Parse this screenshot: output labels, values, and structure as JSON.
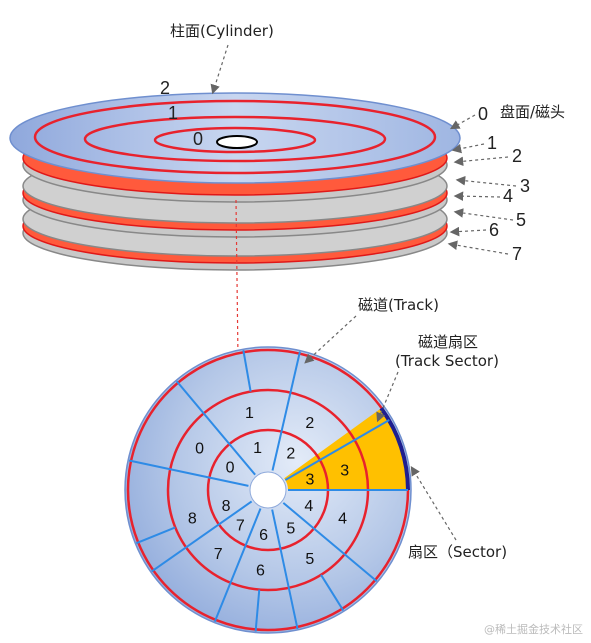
{
  "labels": {
    "cylinder": "柱面(Cylinder)",
    "platter_head": "盘面/磁头",
    "track": "磁道(Track)",
    "track_sector_cn": "磁道扇区",
    "track_sector_en": "(Track Sector)",
    "sector": "扇区（Sector)",
    "watermark": "@稀土掘金技术社区"
  },
  "stack": {
    "track_labels": [
      "0",
      "1",
      "2"
    ],
    "platter_numbers": [
      "0",
      "1",
      "2",
      "3",
      "4",
      "5",
      "6",
      "7"
    ]
  },
  "disk": {
    "sector_labels": [
      {
        "track": "1",
        "inner": "1"
      },
      {
        "track": "2",
        "inner": "2"
      },
      {
        "track": "3",
        "inner": "3"
      },
      {
        "track": "4",
        "inner": "4"
      },
      {
        "track": "5",
        "inner": "5"
      },
      {
        "track": "6",
        "inner": "6"
      },
      {
        "track": "7",
        "inner": "7"
      },
      {
        "track": "8",
        "inner": "8"
      },
      {
        "track": "0",
        "inner": "0"
      }
    ]
  },
  "colors": {
    "platter_fill": "#b4c7e7",
    "platter_edge": "#8ea9db",
    "red_edge": "#ff5a3c",
    "gray_platter": "#d0d0d0",
    "track_red": "#e8222d",
    "sector_highlight": "#ffc000",
    "sector_arc": "#1f1f8f",
    "divider_blue": "#2e8be6",
    "arrow_gray": "#666666",
    "arrow_red": "#e53935"
  }
}
